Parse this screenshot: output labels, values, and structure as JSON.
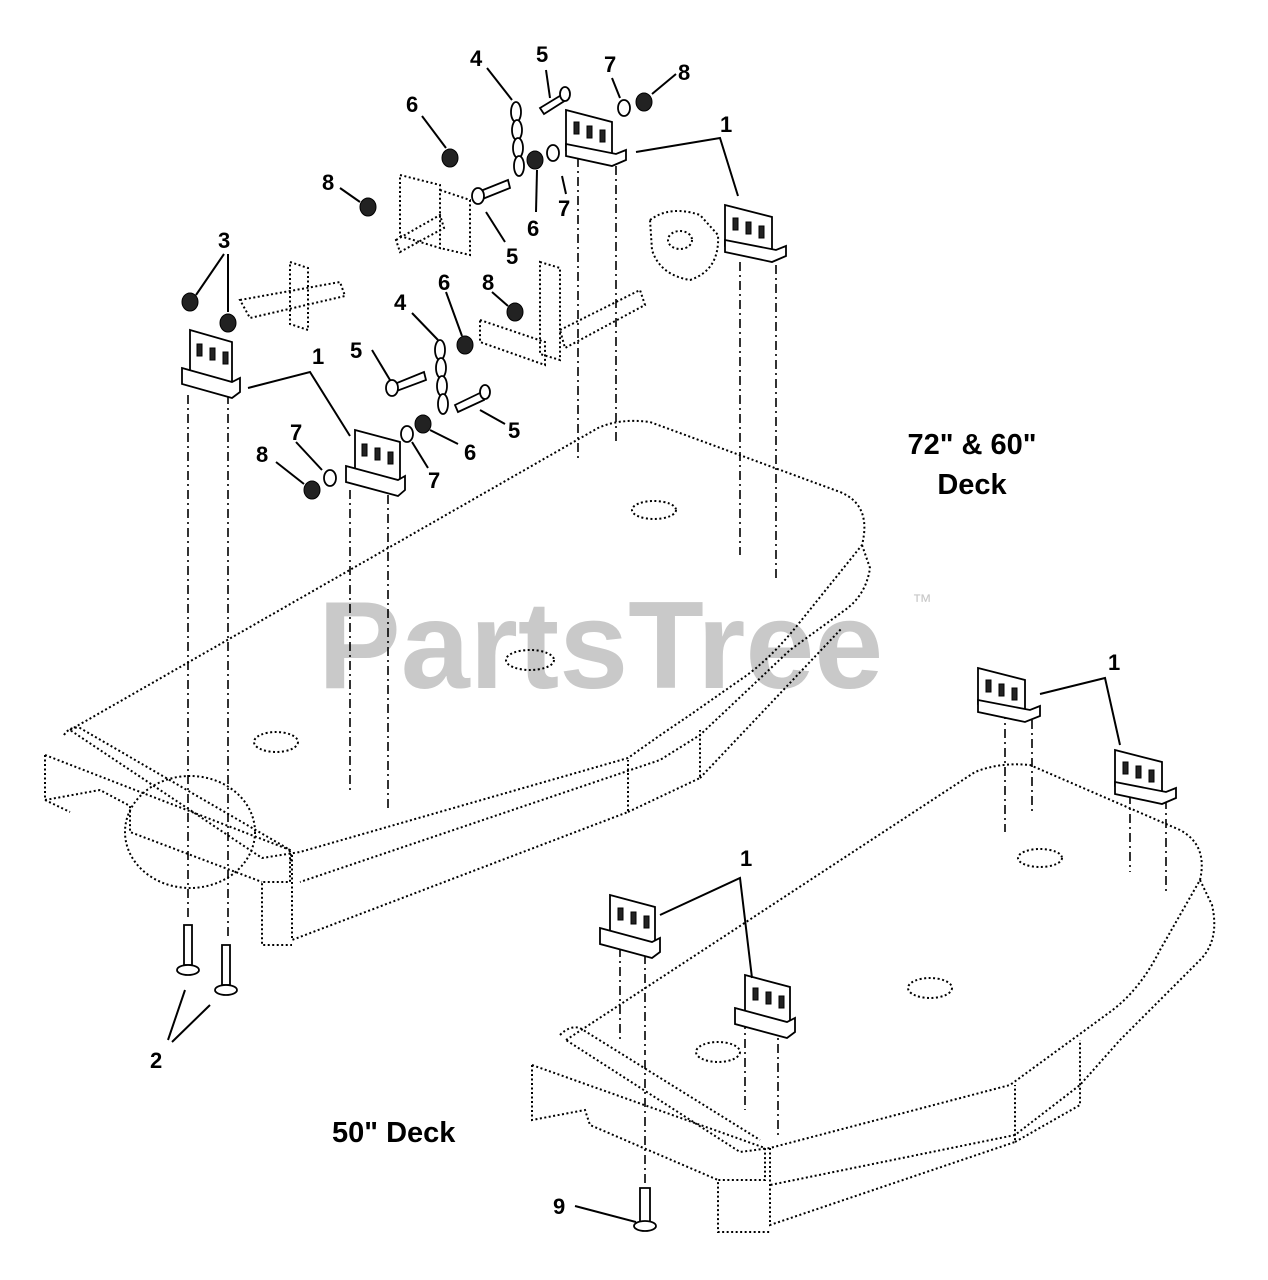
{
  "watermark": {
    "text": "PartsTree",
    "mark": "™"
  },
  "deck_labels": {
    "upper_line1": "72\" & 60\"",
    "upper_line2": "Deck",
    "lower": "50\" Deck"
  },
  "callouts": {
    "c1a": "1",
    "c1b": "1",
    "c1c": "1",
    "c1d": "1",
    "c2": "2",
    "c3": "3",
    "c4a": "4",
    "c4b": "4",
    "c5a": "5",
    "c5b": "5",
    "c5c": "5",
    "c5d": "5",
    "c6a": "6",
    "c6b": "6",
    "c6c": "6",
    "c6d": "6",
    "c7a": "7",
    "c7b": "7",
    "c7c": "7",
    "c7d": "7",
    "c8a": "8",
    "c8b": "8",
    "c8c": "8",
    "c8d": "8",
    "c9": "9"
  },
  "colors": {
    "line": "#000000",
    "background": "#ffffff",
    "watermark": "#c9c9c9"
  }
}
